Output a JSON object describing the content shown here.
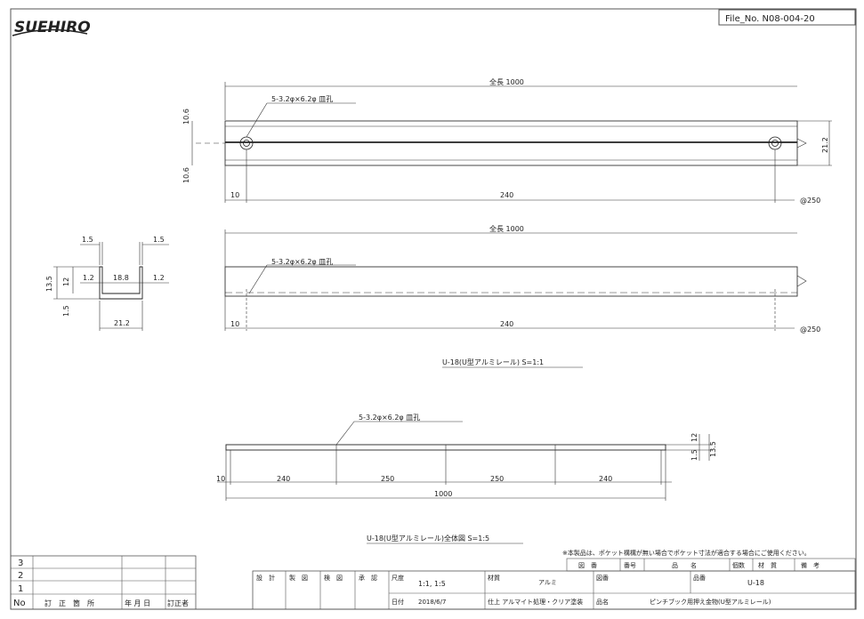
{
  "logo": "SUEHIRO",
  "file_no": "File_No. N08-004-20",
  "top_view": {
    "overall_length": "全長 1000",
    "hole_note": "5-3.2φ×6.2φ 皿孔",
    "dim_left_top": "10.6",
    "dim_left_bottom": "10.6",
    "dim_height": "21.2",
    "dim_10": "10",
    "dim_240": "240",
    "pitch": "@250"
  },
  "side_view": {
    "overall_length": "全長 1000",
    "hole_note": "5-3.2φ×6.2φ 皿孔",
    "dim_10": "10",
    "dim_240": "240",
    "pitch": "@250"
  },
  "section": {
    "dim_15_left": "1.5",
    "dim_15_right": "1.5",
    "dim_135": "13.5",
    "dim_12": "12",
    "dim_12_left": "1.2",
    "dim_188": "18.8",
    "dim_12_right": "1.2",
    "dim_15_bottom": "1.5",
    "dim_212": "21.2"
  },
  "caption_1": "U-18(U型アルミレール) S=1:1",
  "full_view": {
    "hole_note": "5-3.2φ×6.2φ 皿孔",
    "segments": [
      "10",
      "240",
      "250",
      "250",
      "240"
    ],
    "total": "1000",
    "dim_15": "1.5",
    "dim_12": "12",
    "dim_135": "13.5"
  },
  "caption_2": "U-18(U型アルミレール)全体図 S=1:5",
  "note": "※本製品は、ポケット構構が無い場合でポケット寸法が適合する場合にご使用ください。",
  "revision": {
    "rows": [
      "3",
      "2",
      "1"
    ],
    "header": [
      "No",
      "訂　正　箇　所",
      "年 月 日",
      "訂正者"
    ]
  },
  "title_block": {
    "approvals": [
      "設　計",
      "製　図",
      "検　図",
      "承　認"
    ],
    "scale_label": "尺度",
    "scale_value": "1:1, 1:5",
    "date_label": "日付",
    "date_value": "2018/6/7",
    "material_label": "材質",
    "material_value": "アルミ",
    "finish": "仕上 アルマイト処理・クリア塗装",
    "drawing_no_label": "図番",
    "product_no_label": "品番",
    "product_no_value": "U-18",
    "product_name_label": "品名",
    "product_name_value": "ピンチブック用押え金物(U型アルミレール)",
    "parts_header": [
      "図　番",
      "番号",
      "品　　名",
      "個数",
      "材　質",
      "備　考"
    ]
  }
}
